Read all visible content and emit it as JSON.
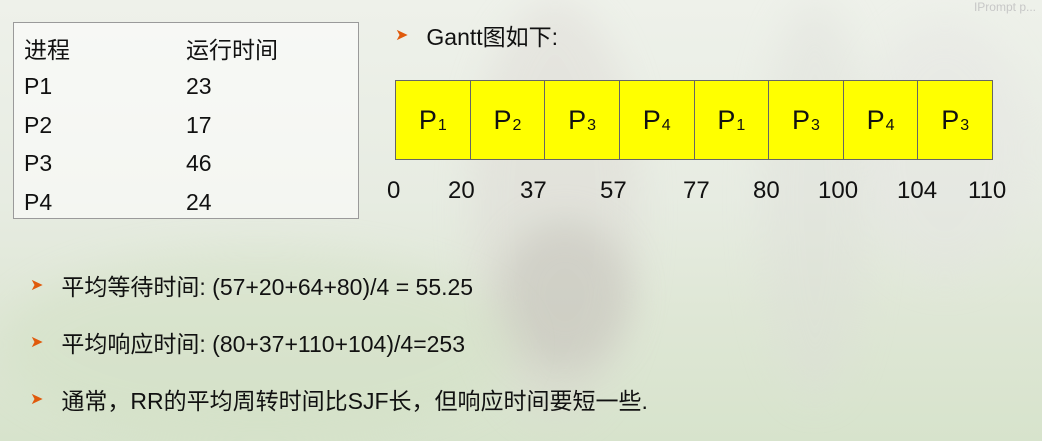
{
  "watermark": "IPrompt p...",
  "table": {
    "headers": [
      "进程",
      "运行时间"
    ],
    "rows": [
      [
        "P1",
        "23"
      ],
      [
        "P2",
        "17"
      ],
      [
        "P3",
        "46"
      ],
      [
        "P4",
        "24"
      ]
    ]
  },
  "gantt": {
    "title": "Gantt图如下:",
    "segments": [
      {
        "label": "P",
        "sub": "1"
      },
      {
        "label": "P",
        "sub": "2"
      },
      {
        "label": "P",
        "sub": "3"
      },
      {
        "label": "P",
        "sub": "4"
      },
      {
        "label": "P",
        "sub": "1"
      },
      {
        "label": "P",
        "sub": "3"
      },
      {
        "label": "P",
        "sub": "4"
      },
      {
        "label": "P",
        "sub": "3"
      }
    ],
    "ticks": [
      "0",
      "20",
      "37",
      "57",
      "77",
      "80",
      "100",
      "104",
      "110"
    ]
  },
  "bullets": [
    "平均等待时间: (57+20+64+80)/4 = 55.25",
    "平均响应时间: (80+37+110+104)/4=253",
    "通常，RR的平均周转时间比SJF长，但响应时间要短一些."
  ],
  "colors": {
    "gantt_fill": "#ffff00",
    "arrow": "#e05a0c"
  }
}
